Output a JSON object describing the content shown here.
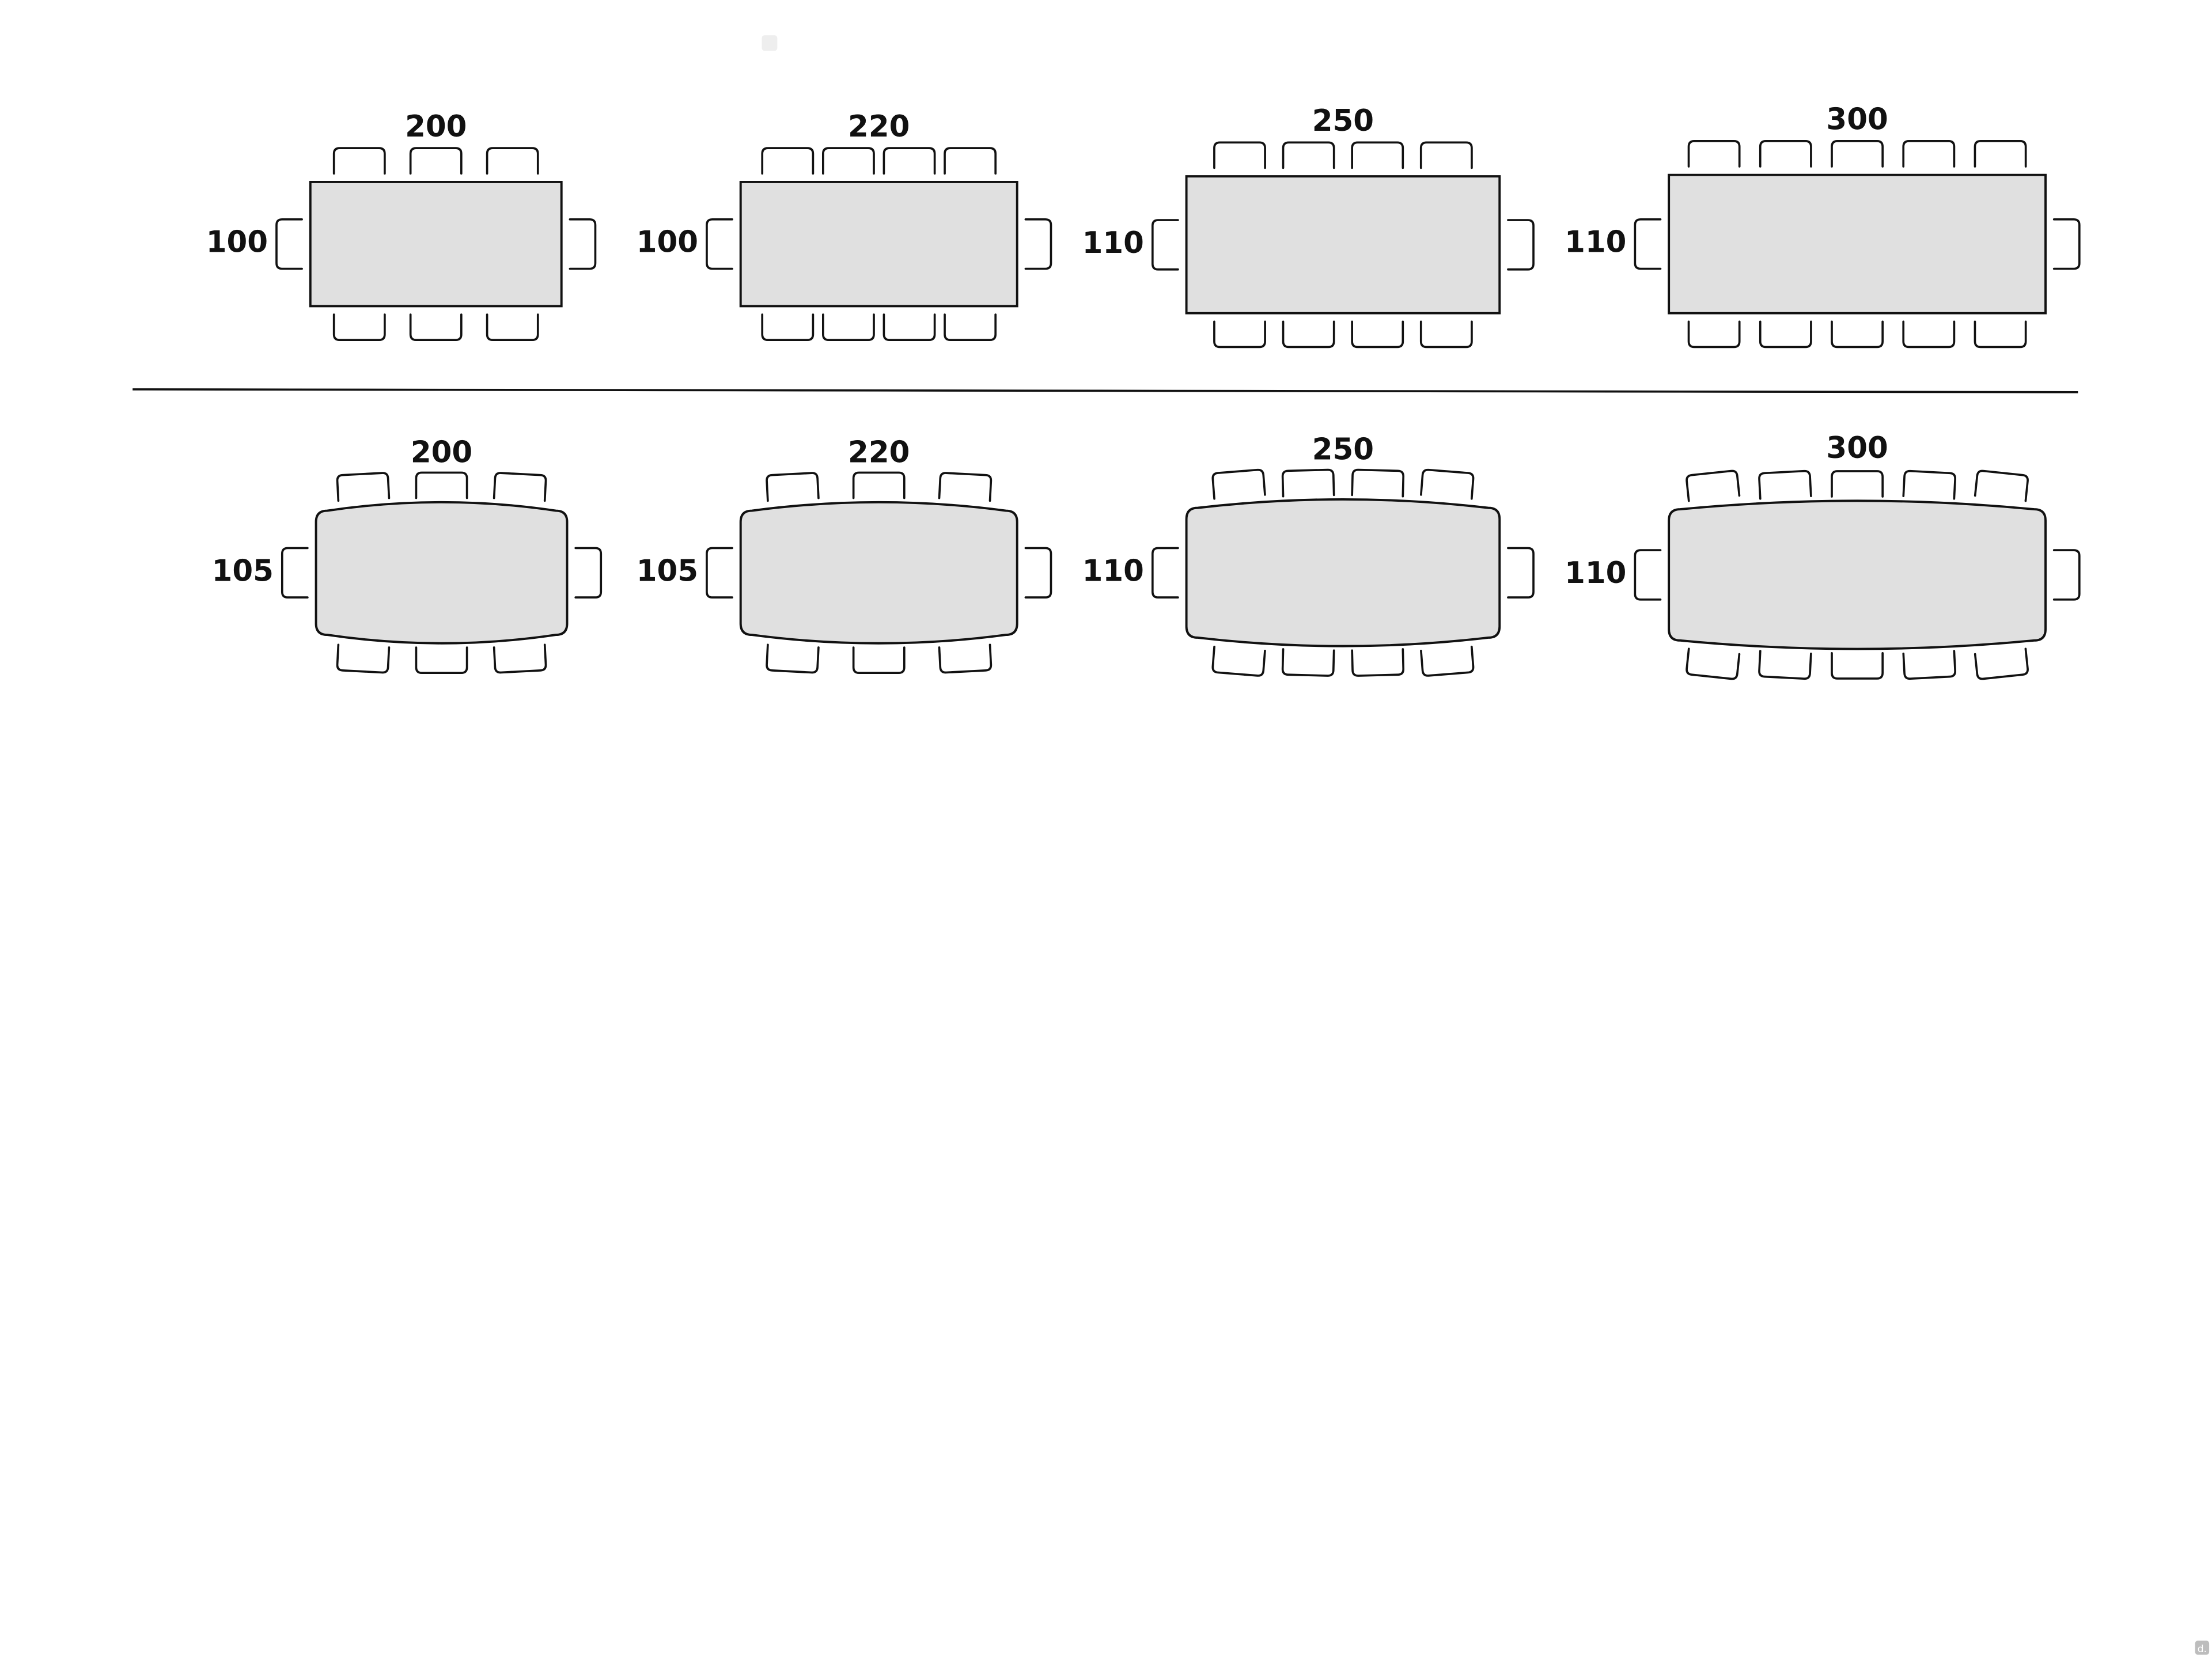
{
  "logo": {
    "text": "d.",
    "icon": "logo-icon",
    "color": "#cfcfcf"
  },
  "colors": {
    "table_fill": "#e0e0e0",
    "outline": "#111111"
  },
  "rows": [
    {
      "shape": "rectangular",
      "tables": [
        {
          "length": "200",
          "width": "100",
          "seats_per_side": 3
        },
        {
          "length": "220",
          "width": "100",
          "seats_per_side": 4
        },
        {
          "length": "250",
          "width": "110",
          "seats_per_side": 4
        },
        {
          "length": "300",
          "width": "110",
          "seats_per_side": 5
        }
      ]
    },
    {
      "shape": "barrel",
      "tables": [
        {
          "length": "200",
          "width": "105",
          "seats_per_side": 3
        },
        {
          "length": "220",
          "width": "105",
          "seats_per_side": 3
        },
        {
          "length": "250",
          "width": "110",
          "seats_per_side": 4
        },
        {
          "length": "300",
          "width": "110",
          "seats_per_side": 5
        }
      ]
    }
  ]
}
